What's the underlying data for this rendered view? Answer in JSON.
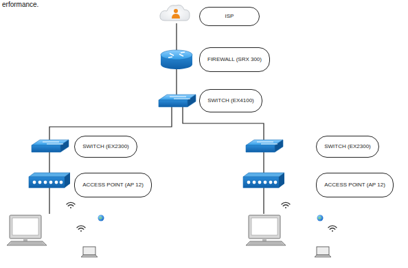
{
  "diagram": {
    "nodes": [
      {
        "text": [
          "ISP"
        ]
      },
      {
        "text": [
          "FIREWALL (SRX 300)"
        ]
      },
      {
        "text": [
          "SWITCH (EX4100)"
        ]
      },
      {
        "text": [
          "SWITCH (EX2300)"
        ]
      },
      {
        "text": [
          "ACCESS POINT (AP 12)"
        ]
      },
      {
        "text": [
          "SWITCH (EX2300)"
        ]
      },
      {
        "text": [
          "ACCESS POINT (AP 12)"
        ]
      }
    ],
    "labels": [
      "erformance."
    ]
  }
}
